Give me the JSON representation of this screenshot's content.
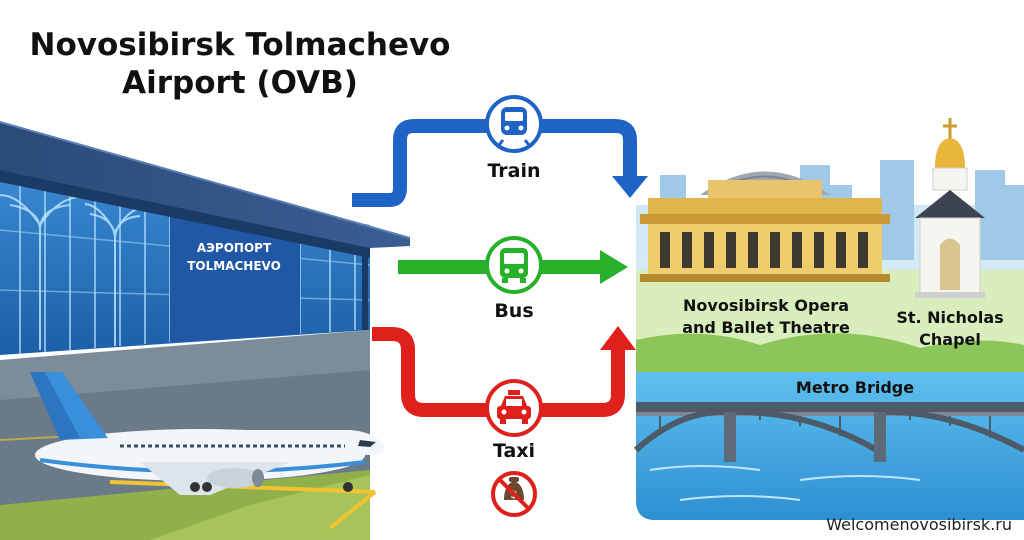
{
  "title_line1": "Novosibirsk Tolmachevo",
  "title_line2": "Airport (OVB)",
  "terminal_sign_line1": "АЭРОПОРТ",
  "terminal_sign_line2": "TOLMACHEVO",
  "routes": {
    "train": {
      "label": "Train",
      "color": "#1f63c6",
      "icon": "train-icon"
    },
    "bus": {
      "label": "Bus",
      "color": "#27b12a",
      "icon": "bus-icon"
    },
    "taxi": {
      "label": "Taxi",
      "color": "#e0201c",
      "icon": "taxi-icon"
    }
  },
  "no_money_icon": "no-money-icon",
  "landmarks": {
    "opera": {
      "line1": "Novosibirsk Opera",
      "line2": "and Ballet Theatre"
    },
    "chapel": {
      "line1": "St. Nicholas",
      "line2": "Chapel"
    },
    "bridge": "Metro Bridge"
  },
  "credit": "Welcomenovosibirsk.ru"
}
